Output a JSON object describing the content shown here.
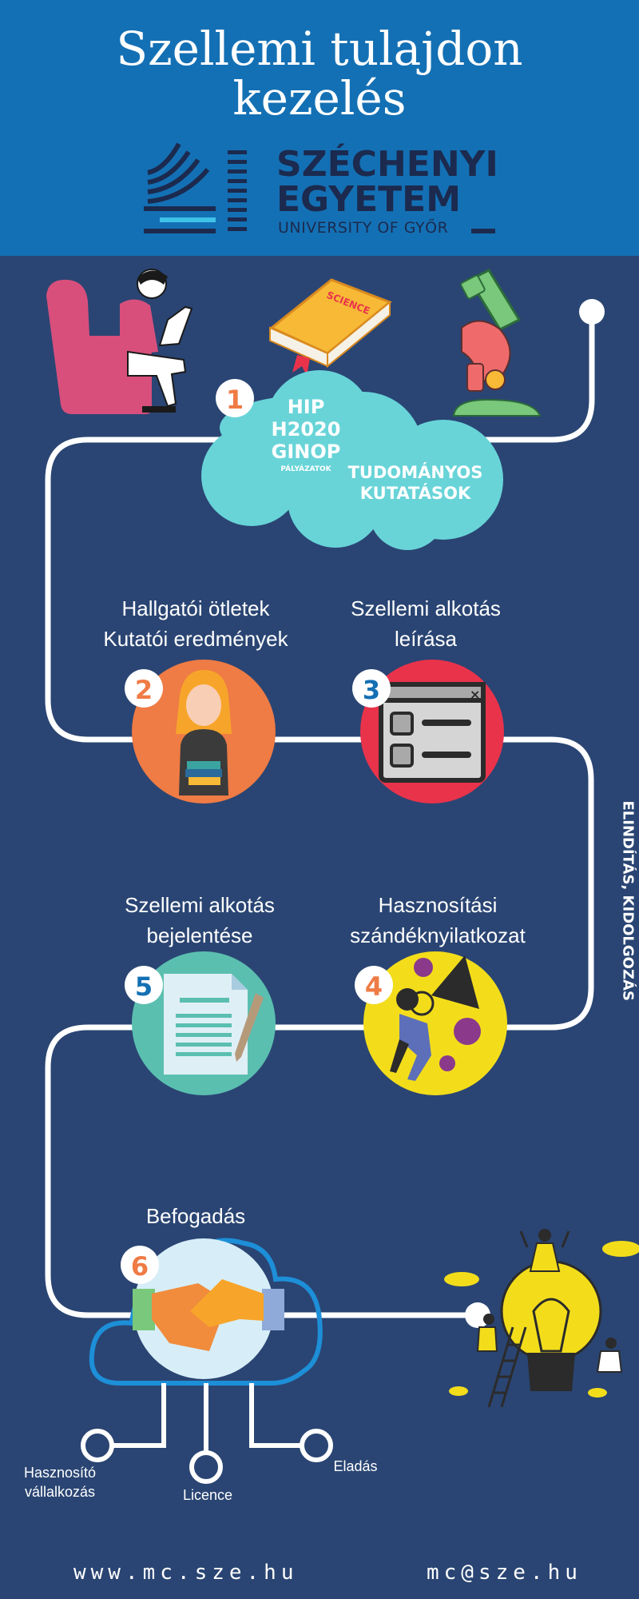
{
  "header": {
    "title_line1": "Szellemi tulajdon",
    "title_line2": "kezelés",
    "logo_line1": "SZÉCHENYI",
    "logo_line2": "EGYETEM",
    "logo_sub": "UNIVERSITY OF GYŐR"
  },
  "intro": {
    "step_number": "1",
    "book_label": "SCIENCE",
    "cloud_left_line1": "HIP",
    "cloud_left_line2": "H2020",
    "cloud_left_line3": "GINOP",
    "cloud_left_small": "PÁLYÁZATOK",
    "cloud_right_line1": "TUDOMÁNYOS",
    "cloud_right_line2": "KUTATÁSOK"
  },
  "steps": [
    {
      "number": "2",
      "label_line1": "Hallgatói ötletek",
      "label_line2": "Kutatói eredmények",
      "color": "#ef7b45"
    },
    {
      "number": "3",
      "label_line1": "Szellemi alkotás",
      "label_line2": "leírása",
      "color": "#e9334b"
    },
    {
      "number": "4",
      "label_line1": "Hasznosítási",
      "label_line2": "szándéknyilatkozat",
      "color": "#f3dd1b"
    },
    {
      "number": "5",
      "label_line1": "Szellemi alkotás",
      "label_line2": "bejelentése",
      "color": "#5bbfb0"
    },
    {
      "number": "6",
      "label_line1": "Befogadás",
      "color": "#d7eef8"
    }
  ],
  "side_label": "ELINDÍTÁS, KIDOLGOZÁS",
  "outcomes": [
    {
      "line1": "Hasznosító",
      "line2": "vállalkozás"
    },
    {
      "line1": "Licence"
    },
    {
      "line1": "Eladás"
    }
  ],
  "footer": {
    "website": "www.mc.sze.hu",
    "email": "mc@sze.hu"
  },
  "colors": {
    "background": "#2a4573",
    "header": "#1470b4",
    "path": "#ffffff",
    "cloud": "#68d4d8",
    "badge_text_blue": "#1470b4",
    "badge_text_orange": "#ef7b45"
  }
}
